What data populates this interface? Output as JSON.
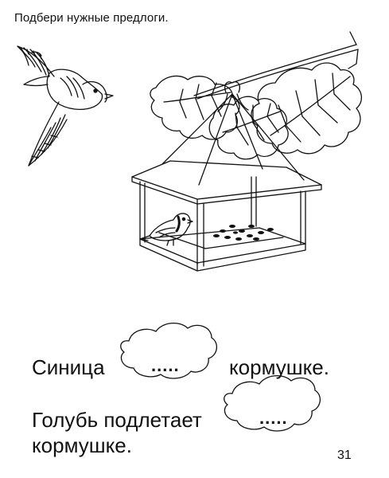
{
  "title": "Подбери нужные предлоги.",
  "icons": {
    "flying_bird": "flying-bird-icon",
    "perched_bird": "perched-bird-icon",
    "oak_branch": "oak-branch-icon",
    "bird_feeder": "bird-feeder-icon",
    "answer_cloud": "cloud-answer-icon"
  },
  "sentence_1": {
    "subject": "Синица",
    "blank": ".....",
    "object": "кормушке."
  },
  "sentence_2": {
    "subject": "Голубь подлетает",
    "blank": ".....",
    "object": "кормушке."
  },
  "page_number": "31",
  "colors": {
    "ink": "#111111",
    "paper": "#ffffff"
  }
}
